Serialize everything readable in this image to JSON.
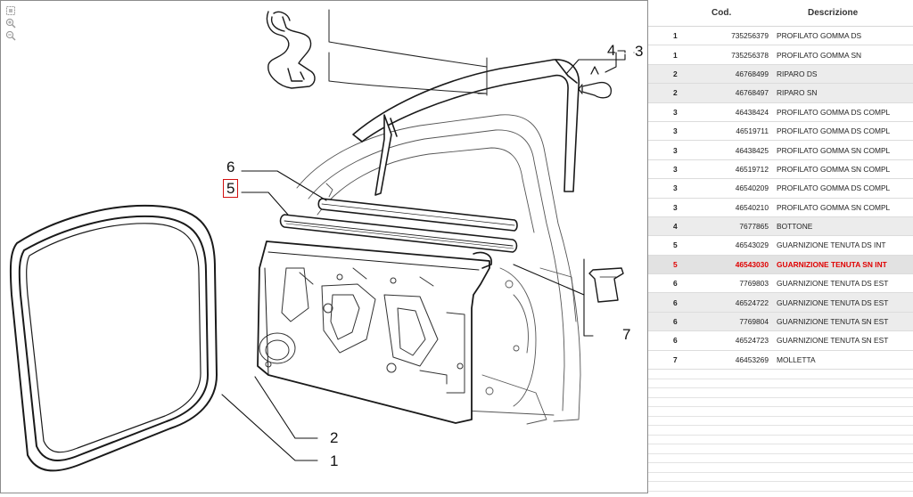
{
  "diagram": {
    "tools": [
      {
        "name": "fit-view-icon"
      },
      {
        "name": "zoom-in-icon"
      },
      {
        "name": "zoom-out-icon"
      }
    ],
    "callouts": {
      "c1": "1",
      "c2": "2",
      "c3": "3",
      "c4": "4",
      "c5": "5",
      "c6": "6",
      "c7": "7"
    },
    "highlight_color": "#d21010"
  },
  "table": {
    "headers": {
      "cod": "Cod.",
      "desc": "Descrizione"
    },
    "rows": [
      {
        "pos": "1",
        "cod": "735256379",
        "desc": "PROFILATO GOMMA DS"
      },
      {
        "pos": "1",
        "cod": "735256378",
        "desc": "PROFILATO GOMMA SN"
      },
      {
        "pos": "2",
        "cod": "46768499",
        "desc": "RIPARO DS"
      },
      {
        "pos": "2",
        "cod": "46768497",
        "desc": "RIPARO SN"
      },
      {
        "pos": "3",
        "cod": "46438424",
        "desc": "PROFILATO GOMMA DS COMPL"
      },
      {
        "pos": "3",
        "cod": "46519711",
        "desc": "PROFILATO GOMMA DS COMPL"
      },
      {
        "pos": "3",
        "cod": "46438425",
        "desc": "PROFILATO GOMMA SN COMPL"
      },
      {
        "pos": "3",
        "cod": "46519712",
        "desc": "PROFILATO GOMMA SN COMPL"
      },
      {
        "pos": "3",
        "cod": "46540209",
        "desc": "PROFILATO GOMMA DS COMPL"
      },
      {
        "pos": "3",
        "cod": "46540210",
        "desc": "PROFILATO GOMMA SN COMPL"
      },
      {
        "pos": "4",
        "cod": "7677865",
        "desc": "BOTTONE"
      },
      {
        "pos": "5",
        "cod": "46543029",
        "desc": "GUARNIZIONE TENUTA DS INT"
      },
      {
        "pos": "5",
        "cod": "46543030",
        "desc": "GUARNIZIONE TENUTA SN INT"
      },
      {
        "pos": "6",
        "cod": "7769803",
        "desc": "GUARNIZIONE TENUTA DS EST"
      },
      {
        "pos": "6",
        "cod": "46524722",
        "desc": "GUARNIZIONE TENUTA DS EST"
      },
      {
        "pos": "6",
        "cod": "7769804",
        "desc": "GUARNIZIONE TENUTA SN EST"
      },
      {
        "pos": "6",
        "cod": "46524723",
        "desc": "GUARNIZIONE TENUTA SN EST"
      },
      {
        "pos": "7",
        "cod": "46453269",
        "desc": "MOLLETTA"
      }
    ],
    "selected_index": 12,
    "selected_color": "#e00000",
    "alt_row_color": "#ececec",
    "empty_row_count": 14
  }
}
